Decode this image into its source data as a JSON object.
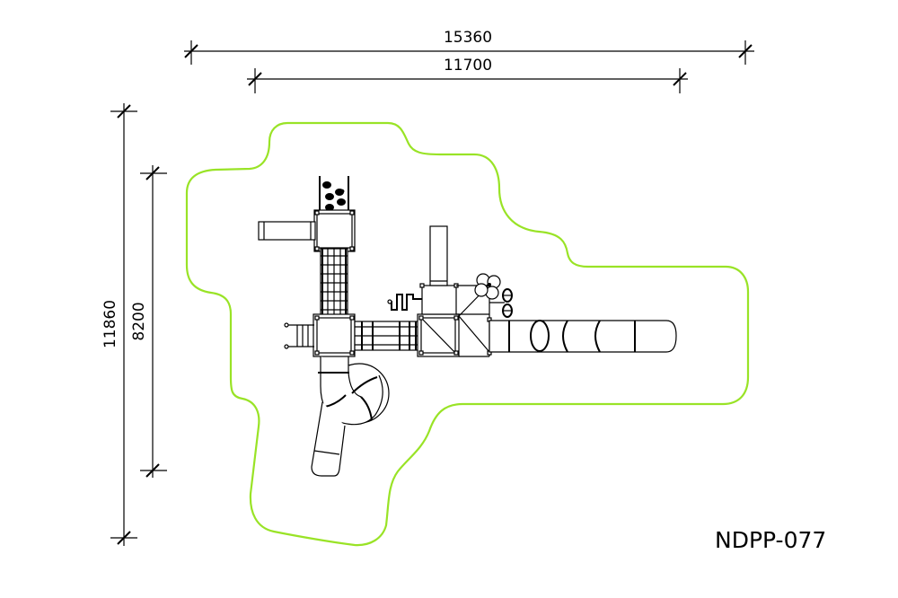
{
  "drawing": {
    "model_code": "NDPP-077",
    "boundary_color": "#99e326",
    "line_color": "#000000"
  },
  "dimensions": {
    "overall_width": "15360",
    "equipment_width": "11700",
    "overall_depth": "11860",
    "equipment_depth": "8200"
  }
}
